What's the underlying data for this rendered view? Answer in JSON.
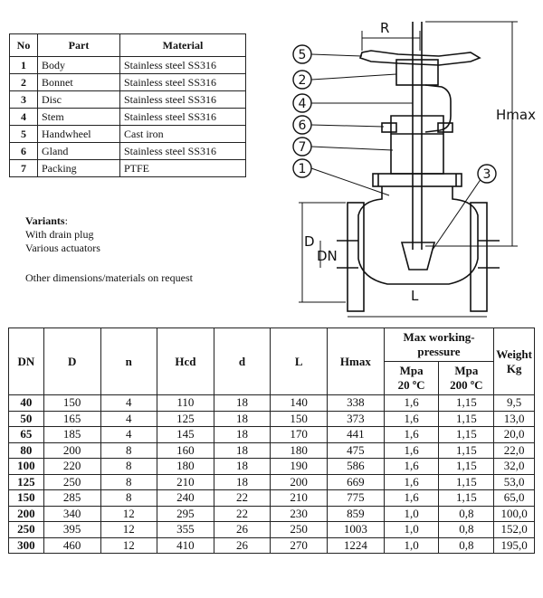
{
  "parts_table": {
    "headers": [
      "No",
      "Part",
      "Material"
    ],
    "rows": [
      {
        "no": "1",
        "part": "Body",
        "material": "Stainless steel SS316"
      },
      {
        "no": "2",
        "part": "Bonnet",
        "material": "Stainless steel SS316"
      },
      {
        "no": "3",
        "part": "Disc",
        "material": "Stainless steel SS316"
      },
      {
        "no": "4",
        "part": "Stem",
        "material": "Stainless steel SS316"
      },
      {
        "no": "5",
        "part": "Handwheel",
        "material": "Cast iron"
      },
      {
        "no": "6",
        "part": "Gland",
        "material": "Stainless steel SS316"
      },
      {
        "no": "7",
        "part": "Packing",
        "material": "PTFE"
      }
    ]
  },
  "variants": {
    "title": "Variants",
    "items": [
      "With drain plug",
      "Various actuators"
    ]
  },
  "other_note": "Other dimensions/materials on request",
  "drawing": {
    "dim_labels": {
      "r": "R",
      "hmax": "Hmax",
      "d": "D",
      "dn": "DN",
      "l": "L"
    },
    "callouts": [
      "5",
      "2",
      "4",
      "6",
      "7",
      "1",
      "3"
    ]
  },
  "dims_table": {
    "headers": {
      "dn": "DN",
      "d": "D",
      "n": "n",
      "hcd": "Hcd",
      "d_small": "d",
      "l": "L",
      "hmax": "Hmax",
      "pressure_line1": "Max working-",
      "pressure_line2": "pressure",
      "mpa20_line1": "Mpa",
      "mpa20_line2": "20 ºC",
      "mpa200_line1": "Mpa",
      "mpa200_line2": "200 ºC",
      "weight_line1": "Weight",
      "weight_line2": "Kg"
    },
    "rows": [
      [
        "40",
        "150",
        "4",
        "110",
        "18",
        "140",
        "338",
        "1,6",
        "1,15",
        "9,5"
      ],
      [
        "50",
        "165",
        "4",
        "125",
        "18",
        "150",
        "373",
        "1,6",
        "1,15",
        "13,0"
      ],
      [
        "65",
        "185",
        "4",
        "145",
        "18",
        "170",
        "441",
        "1,6",
        "1,15",
        "20,0"
      ],
      [
        "80",
        "200",
        "8",
        "160",
        "18",
        "180",
        "475",
        "1,6",
        "1,15",
        "22,0"
      ],
      [
        "100",
        "220",
        "8",
        "180",
        "18",
        "190",
        "586",
        "1,6",
        "1,15",
        "32,0"
      ],
      [
        "125",
        "250",
        "8",
        "210",
        "18",
        "200",
        "669",
        "1,6",
        "1,15",
        "53,0"
      ],
      [
        "150",
        "285",
        "8",
        "240",
        "22",
        "210",
        "775",
        "1,6",
        "1,15",
        "65,0"
      ],
      [
        "200",
        "340",
        "12",
        "295",
        "22",
        "230",
        "859",
        "1,0",
        "0,8",
        "100,0"
      ],
      [
        "250",
        "395",
        "12",
        "355",
        "26",
        "250",
        "1003",
        "1,0",
        "0,8",
        "152,0"
      ],
      [
        "300",
        "460",
        "12",
        "410",
        "26",
        "270",
        "1224",
        "1,0",
        "0,8",
        "195,0"
      ]
    ]
  }
}
